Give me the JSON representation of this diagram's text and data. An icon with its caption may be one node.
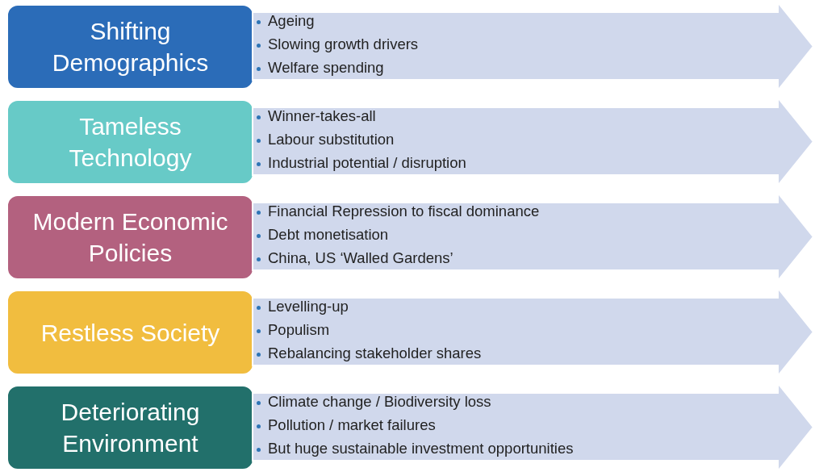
{
  "diagram": {
    "nodes": [
      {
        "text": [
          "Shifting Demographics"
        ]
      },
      {
        "text": [
          "Ageing",
          "Slowing growth drivers",
          "Welfare spending"
        ]
      },
      {
        "text": [
          "Tameless Technology"
        ]
      },
      {
        "text": [
          "Winner-takes-all",
          "Labour substitution",
          "Industrial potential / disruption"
        ]
      },
      {
        "text": [
          "Modern Economic Policies"
        ]
      },
      {
        "text": [
          "Financial Repression to fiscal dominance",
          "Debt monetisation",
          "China, US ‘Walled Gardens’"
        ]
      },
      {
        "text": [
          "Restless Society"
        ]
      },
      {
        "text": [
          "Levelling-up",
          "Populism",
          "Rebalancing stakeholder shares"
        ]
      },
      {
        "text": [
          "Deteriorating Environment"
        ]
      },
      {
        "text": [
          "Climate change / Biodiversity loss",
          "Pollution / market failures",
          "But huge sustainable investment opportunities"
        ]
      }
    ]
  }
}
